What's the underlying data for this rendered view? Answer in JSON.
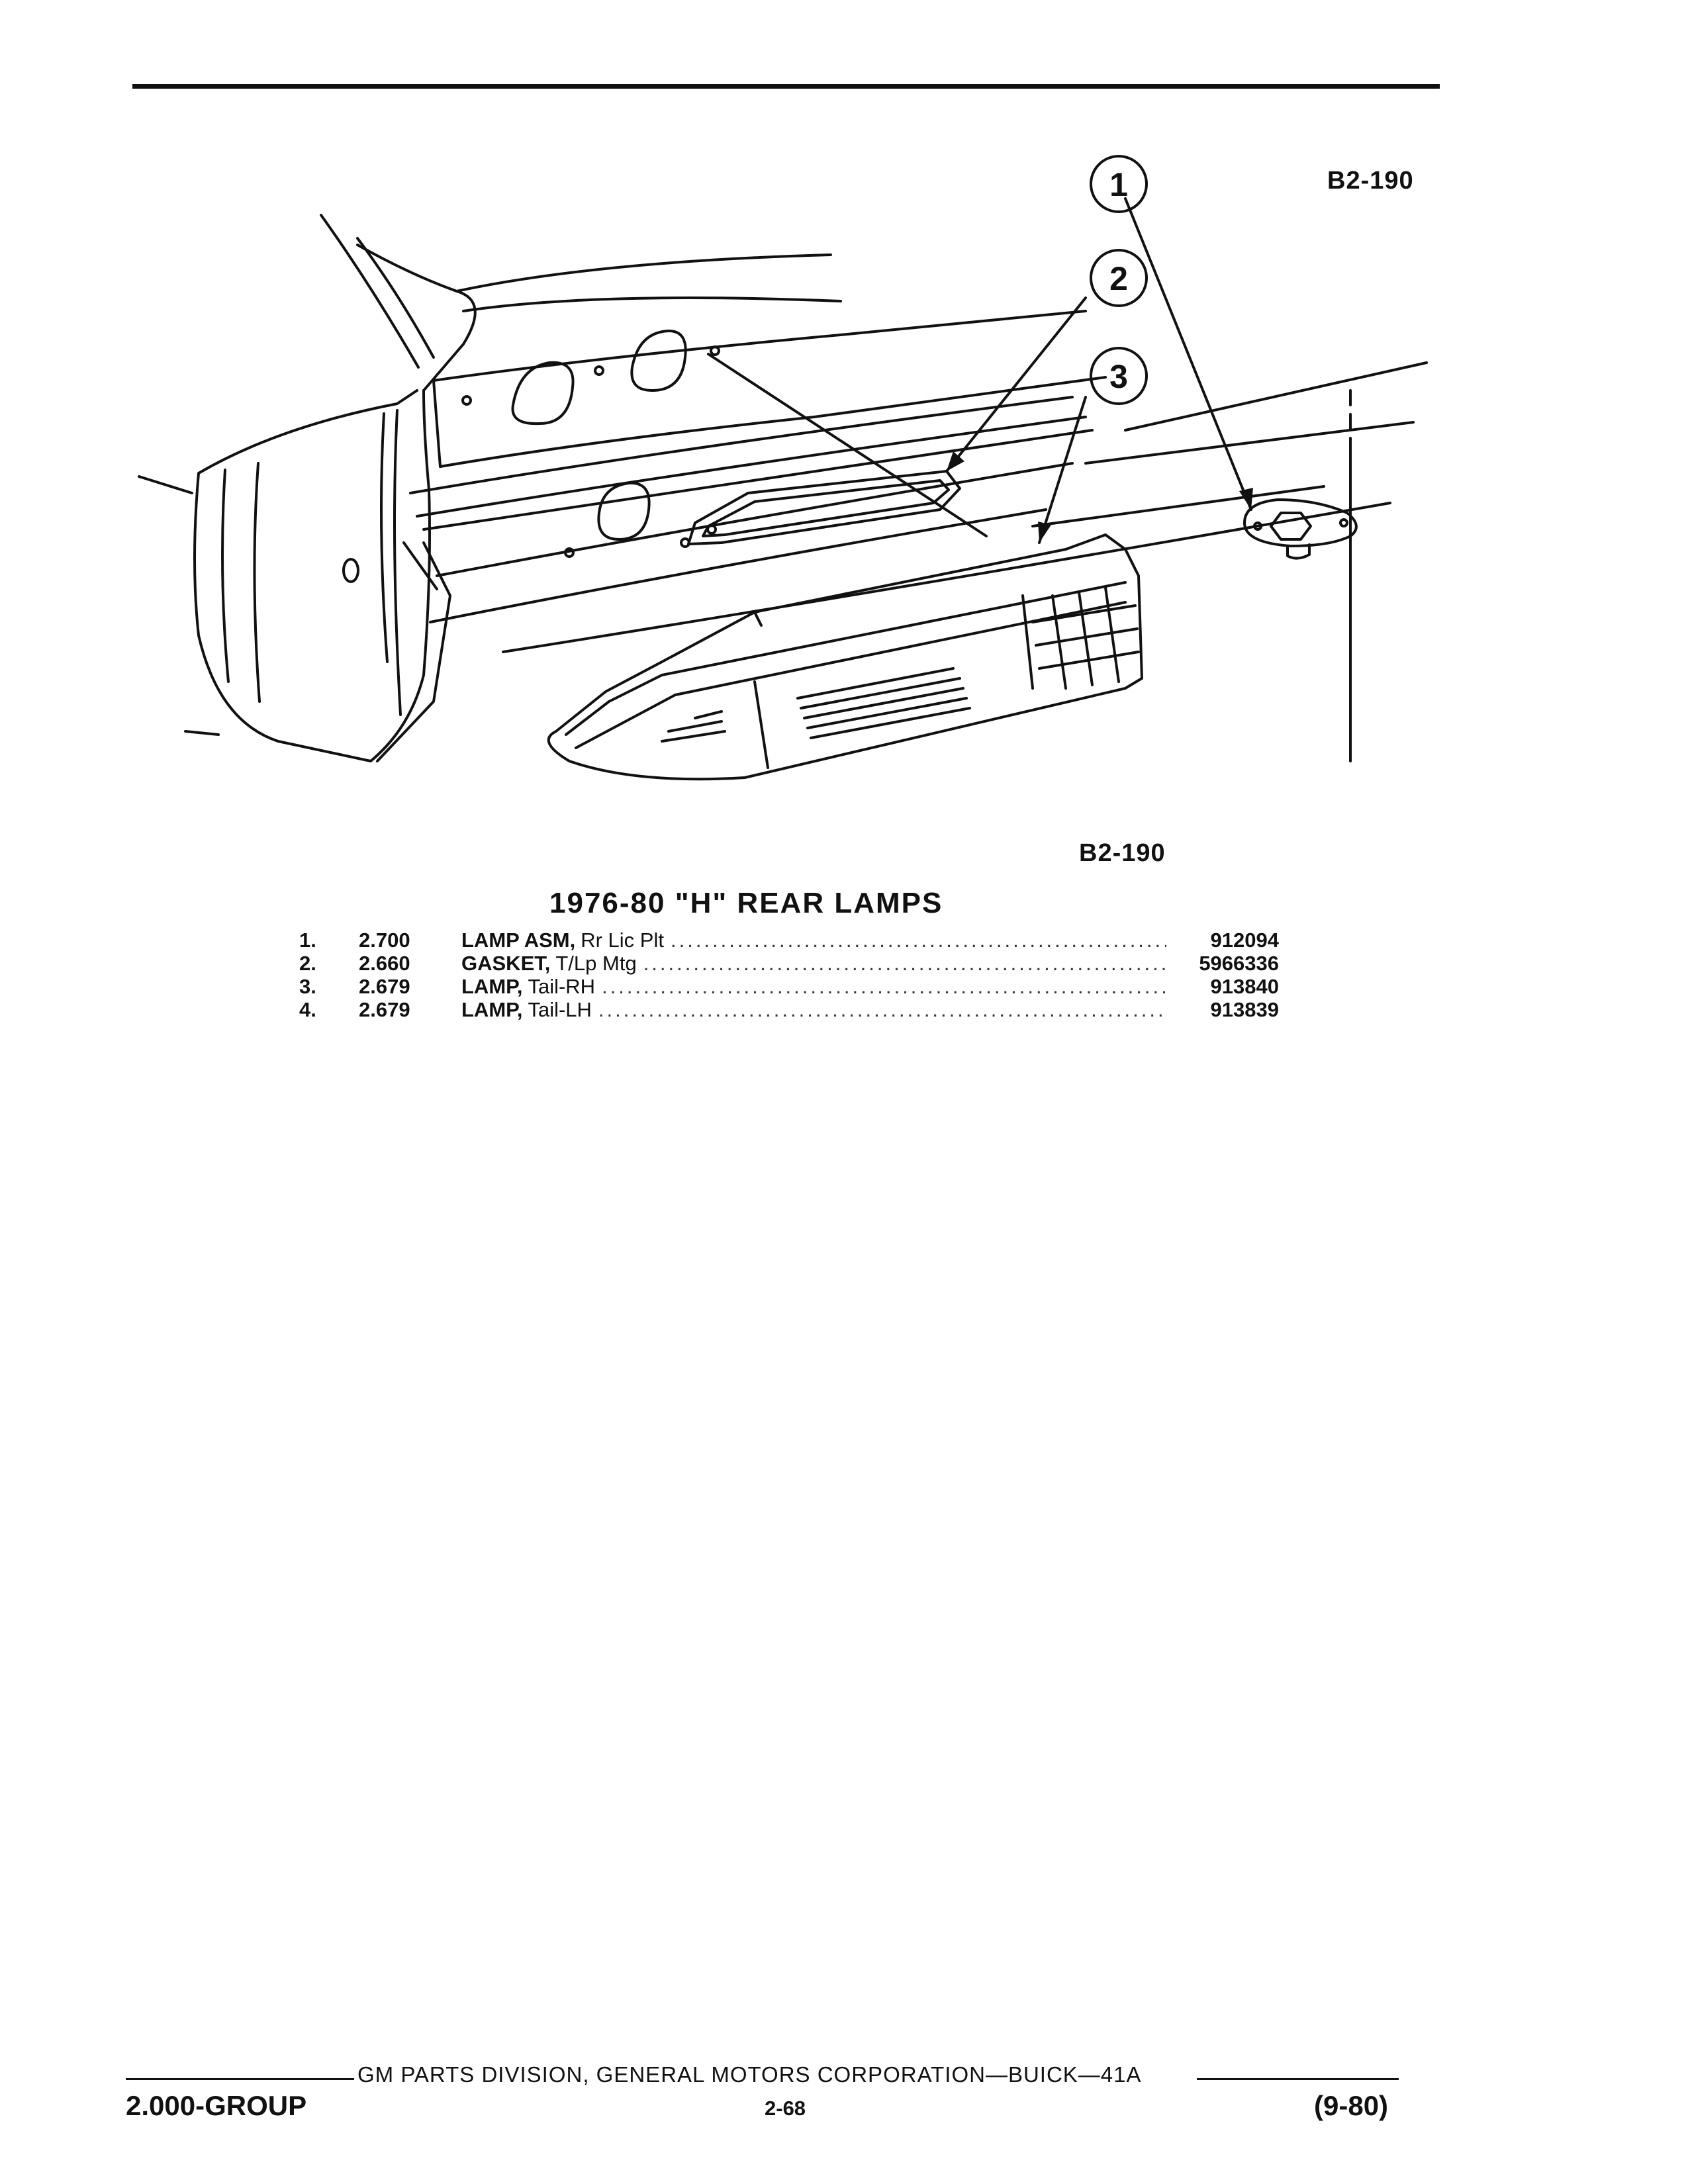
{
  "figure": {
    "code_top": "B2-190",
    "code_bottom": "B2-190",
    "callouts": [
      "1",
      "2",
      "3"
    ]
  },
  "section_title": "1976-80 \"H\" REAR LAMPS",
  "parts": [
    {
      "num": "1.",
      "code": "2.700",
      "name": "LAMP ASM,",
      "desc": "Rr Lic Plt",
      "part_no": "912094"
    },
    {
      "num": "2.",
      "code": "2.660",
      "name": "GASKET,",
      "desc": "T/Lp Mtg",
      "part_no": "5966336"
    },
    {
      "num": "3.",
      "code": "2.679",
      "name": "LAMP,",
      "desc": "Tail-RH",
      "part_no": "913840"
    },
    {
      "num": "4.",
      "code": "2.679",
      "name": "LAMP,",
      "desc": "Tail-LH",
      "part_no": "913839"
    }
  ],
  "footer": {
    "publisher": "GM PARTS DIVISION, GENERAL MOTORS CORPORATION—BUICK—41A",
    "group": "2.000-GROUP",
    "page": "2-68",
    "date": "(9-80)"
  }
}
